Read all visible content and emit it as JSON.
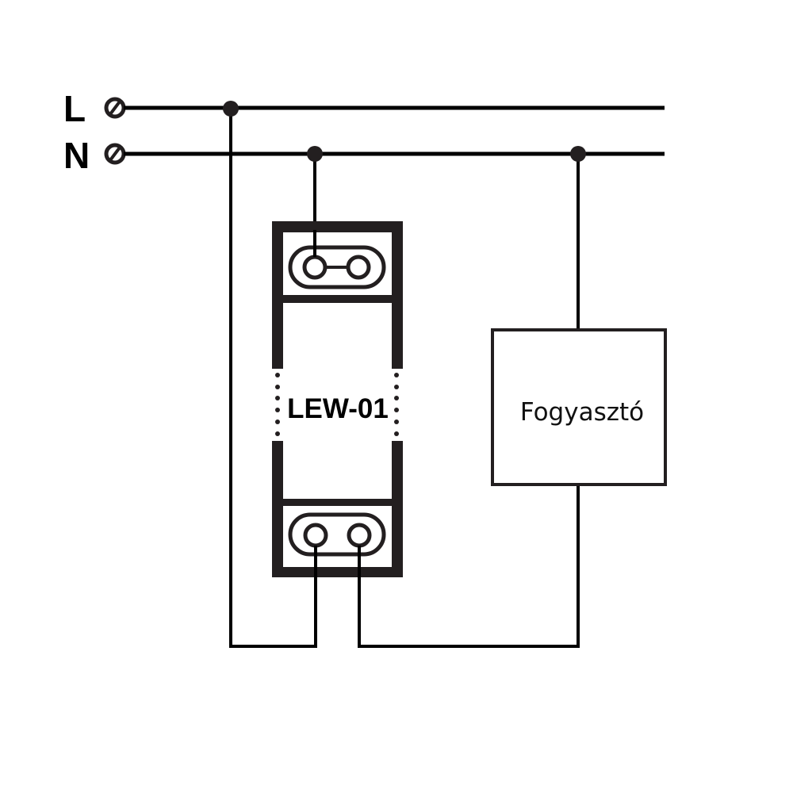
{
  "terminals": {
    "line": "L",
    "neutral": "N"
  },
  "device": {
    "label": "LEW-01"
  },
  "load": {
    "label": "Fogyasztó"
  },
  "colors": {
    "ink": "#231f20",
    "wire": "#000000",
    "background": "#ffffff"
  }
}
